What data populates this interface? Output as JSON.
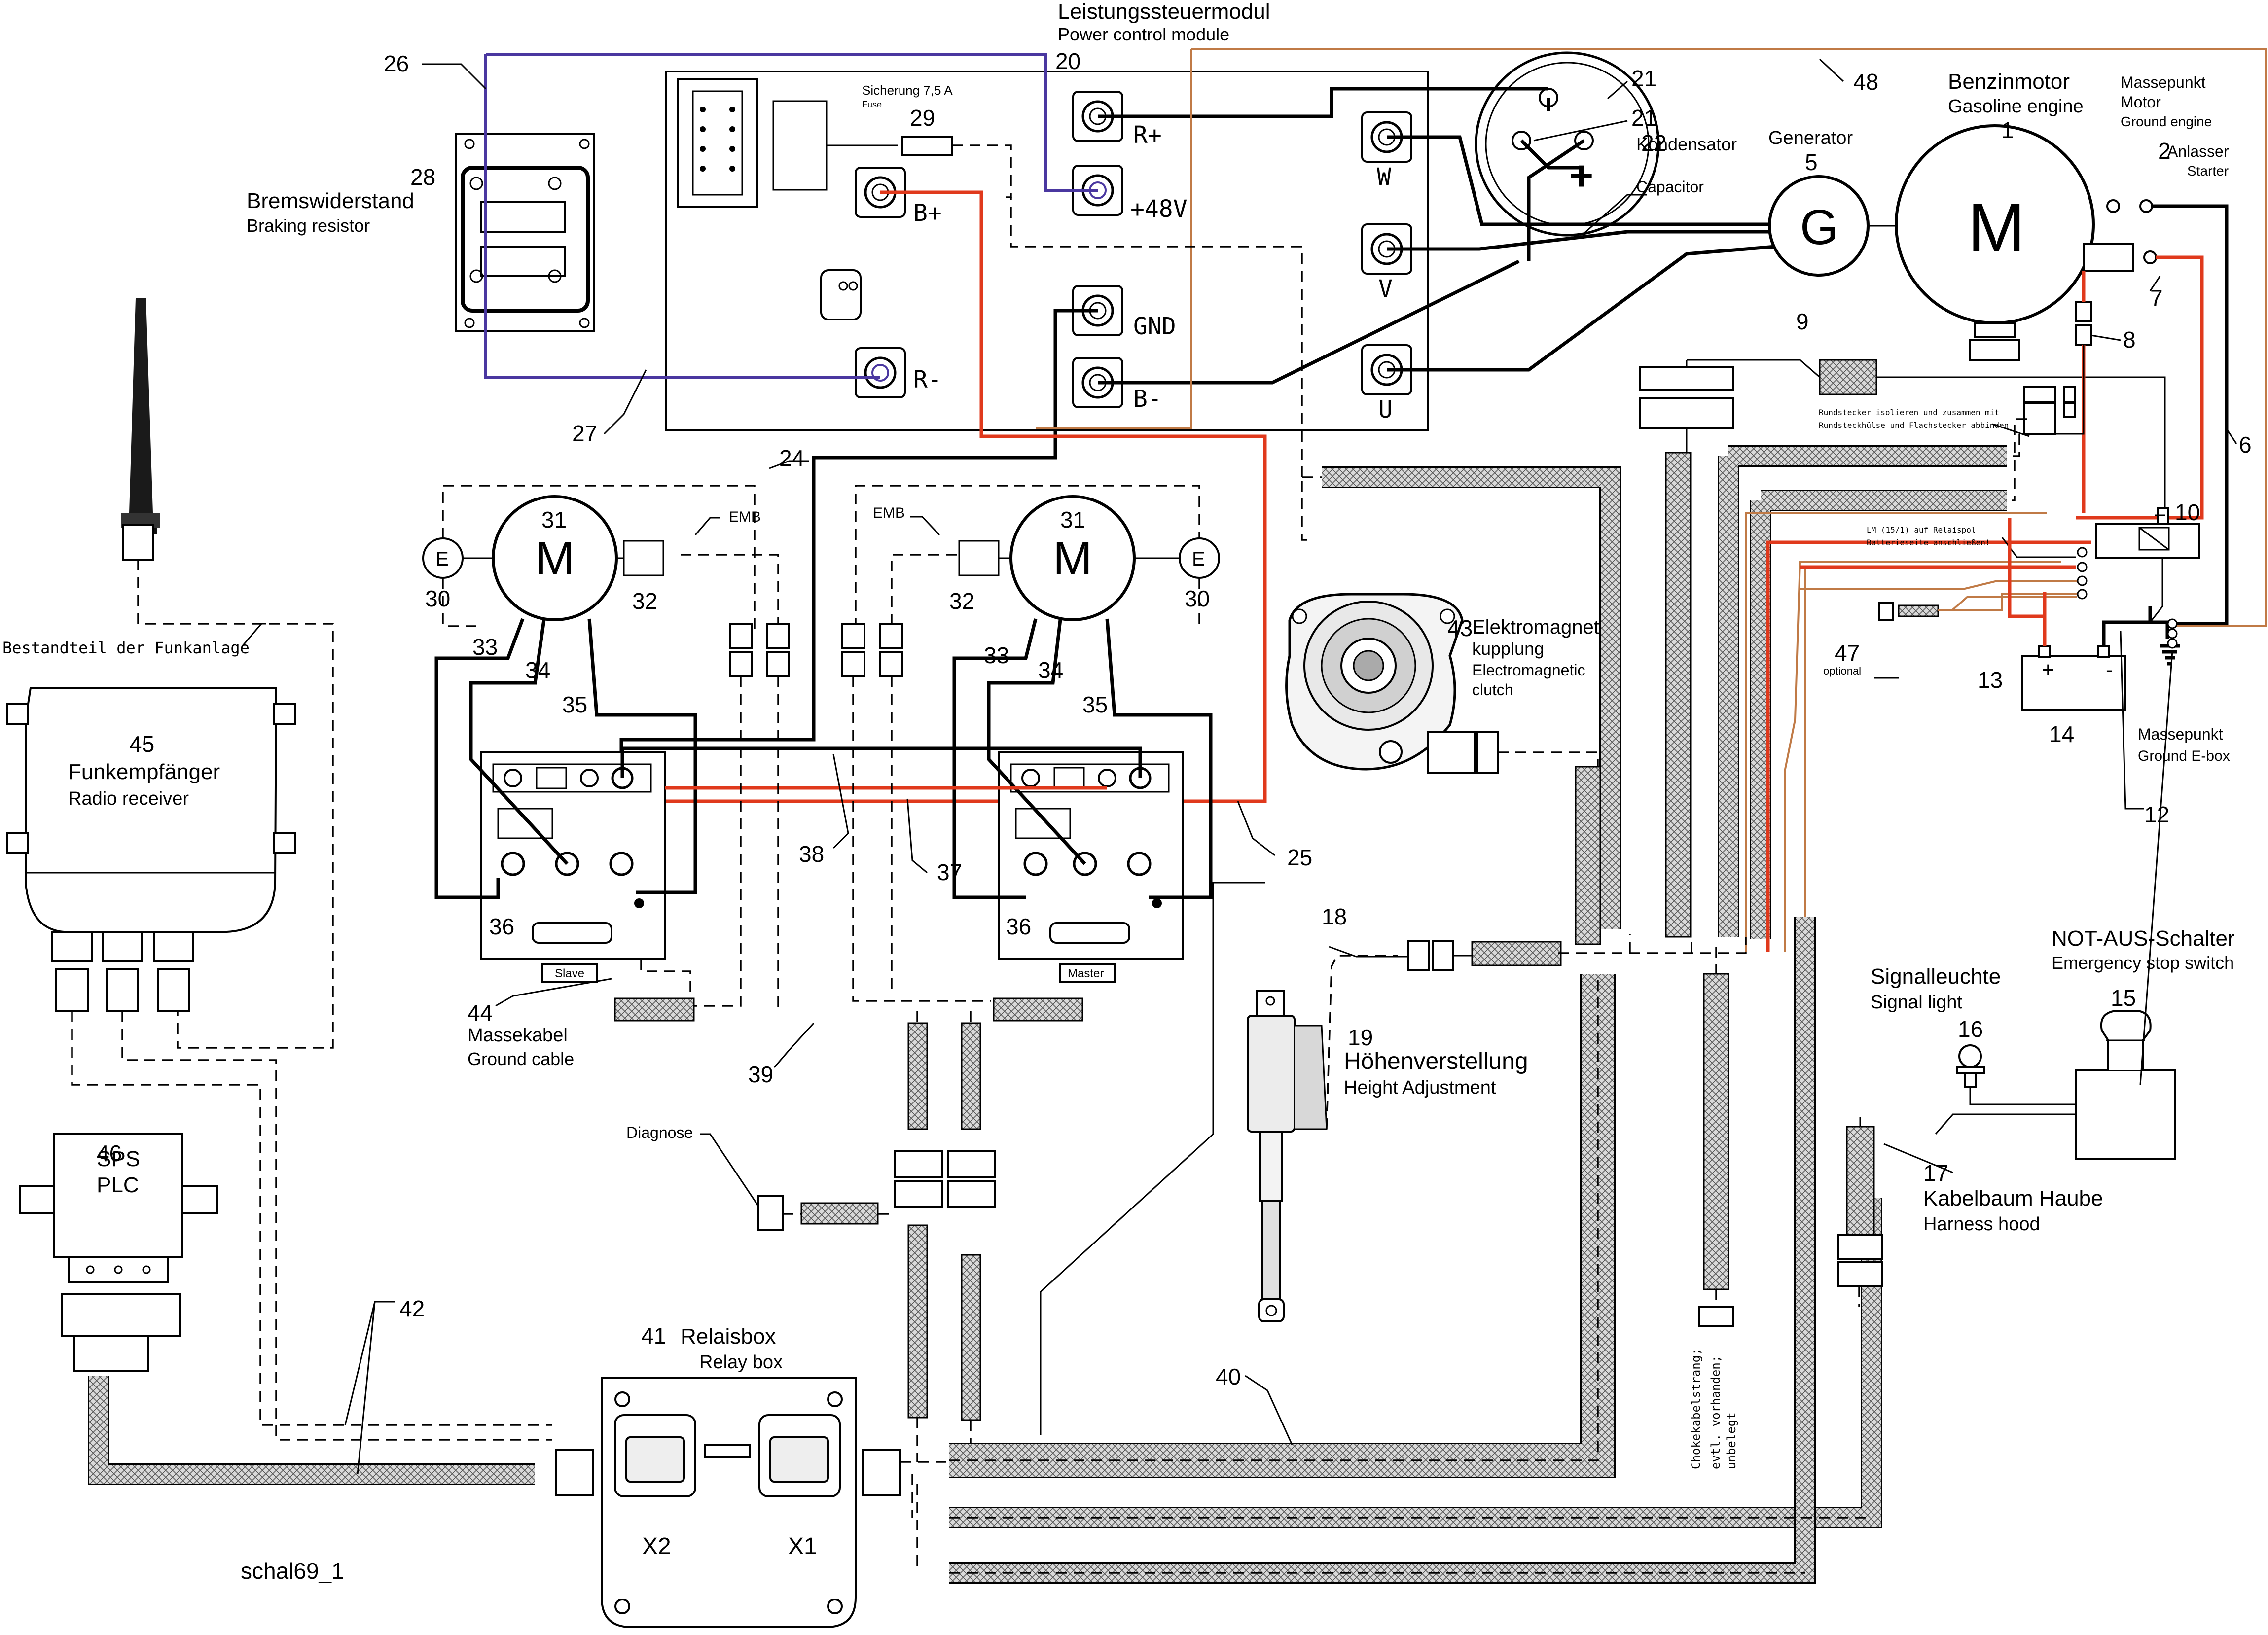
{
  "power_module": {
    "title_de": "Leistungssteuermodul",
    "title_en": "Power control module"
  },
  "fuse": {
    "label": "Sicherung 7,5 A",
    "sub": "Fuse"
  },
  "terminals": {
    "r_plus": "R+",
    "plus48": "+48V",
    "gnd": "GND",
    "b_minus": "B-",
    "b_plus": "B+",
    "r_minus": "R-",
    "w": "W",
    "v": "V",
    "u": "U"
  },
  "components": {
    "braking_resistor": {
      "de": "Bremswiderstand",
      "en": "Braking resistor"
    },
    "capacitor": {
      "de": "Kondensator",
      "en": "Capacitor"
    },
    "generator": {
      "de": "Generator",
      "symbol": "G"
    },
    "engine": {
      "de": "Benzinmotor",
      "en": "Gasoline engine",
      "symbol": "M"
    },
    "ground_engine": {
      "l1": "Massepunkt",
      "l2": "Motor",
      "l3": "Ground engine"
    },
    "starter": {
      "de": "Anlasser",
      "en": "Starter"
    },
    "radio": {
      "de": "Funkempfänger",
      "en": "Radio receiver"
    },
    "radio_note": "Bestandteil der Funkanlage",
    "plc": {
      "l1": "SPS",
      "l2": "PLC"
    },
    "relay_box": {
      "de": "Relaisbox",
      "en": "Relay box",
      "x1": "X1",
      "x2": "X2"
    },
    "clutch": {
      "l1": "Elektromagnet-",
      "l2": "kupplung",
      "l3": "Electromagnetic",
      "l4": "clutch"
    },
    "height": {
      "de": "Höhenverstellung",
      "en": "Height Adjustment"
    },
    "signal": {
      "de": "Signalleuchte",
      "en": "Signal light"
    },
    "estop": {
      "de": "NOT-AUS-Schalter",
      "en": "Emergency stop switch"
    },
    "hood": {
      "de": "Kabelbaum Haube",
      "en": "Harness hood"
    },
    "ground_ebox": {
      "de": "Massepunkt",
      "en": "Ground E-box"
    },
    "ground_cable": {
      "de": "Massekabel",
      "en": "Ground cable"
    },
    "diagnose": "Diagnose",
    "optional": "optional",
    "motor_symbol": "M",
    "encoder": "E",
    "emb": "EMB",
    "slave": "Slave",
    "master": "Master",
    "note_round": "Rundstecker isolieren und zusammen mit",
    "note_round2": "Rundsteckhülse und Flachstecker abbinden",
    "note_lm": "LM (15/1) auf Relaispol",
    "note_lm2": "Batterieseite anschließen!",
    "choke1": "Chokekabelstrang;",
    "choke2": "evtl. vorhanden;",
    "choke3": "unbelegt",
    "batt_plus": "+",
    "batt_minus": "-",
    "cap_plus": "+"
  },
  "drawing_id": "schal69_1",
  "numbers": [
    "1",
    "2",
    "5",
    "6",
    "7",
    "8",
    "9",
    "10",
    "12",
    "13",
    "14",
    "15",
    "16",
    "17",
    "18",
    "19",
    "20",
    "21",
    "21",
    "22",
    "24",
    "25",
    "26",
    "27",
    "28",
    "29",
    "30",
    "30",
    "31",
    "31",
    "32",
    "32",
    "33",
    "33",
    "34",
    "34",
    "35",
    "35",
    "36",
    "36",
    "37",
    "38",
    "39",
    "40",
    "41",
    "42",
    "43",
    "44",
    "45",
    "46",
    "47",
    "48"
  ]
}
